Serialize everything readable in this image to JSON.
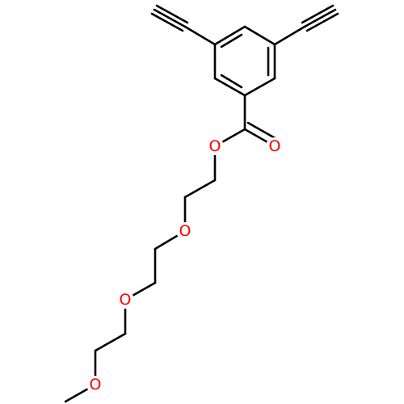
{
  "colors": {
    "bond": "#000000",
    "oxygen": "#ff0000",
    "background": "#ffffff"
  },
  "atoms": {
    "o_carbonyl": "O",
    "o_ester": "O",
    "o_ether_1": "O",
    "o_ether_2": "O",
    "o_methoxy": "O"
  }
}
